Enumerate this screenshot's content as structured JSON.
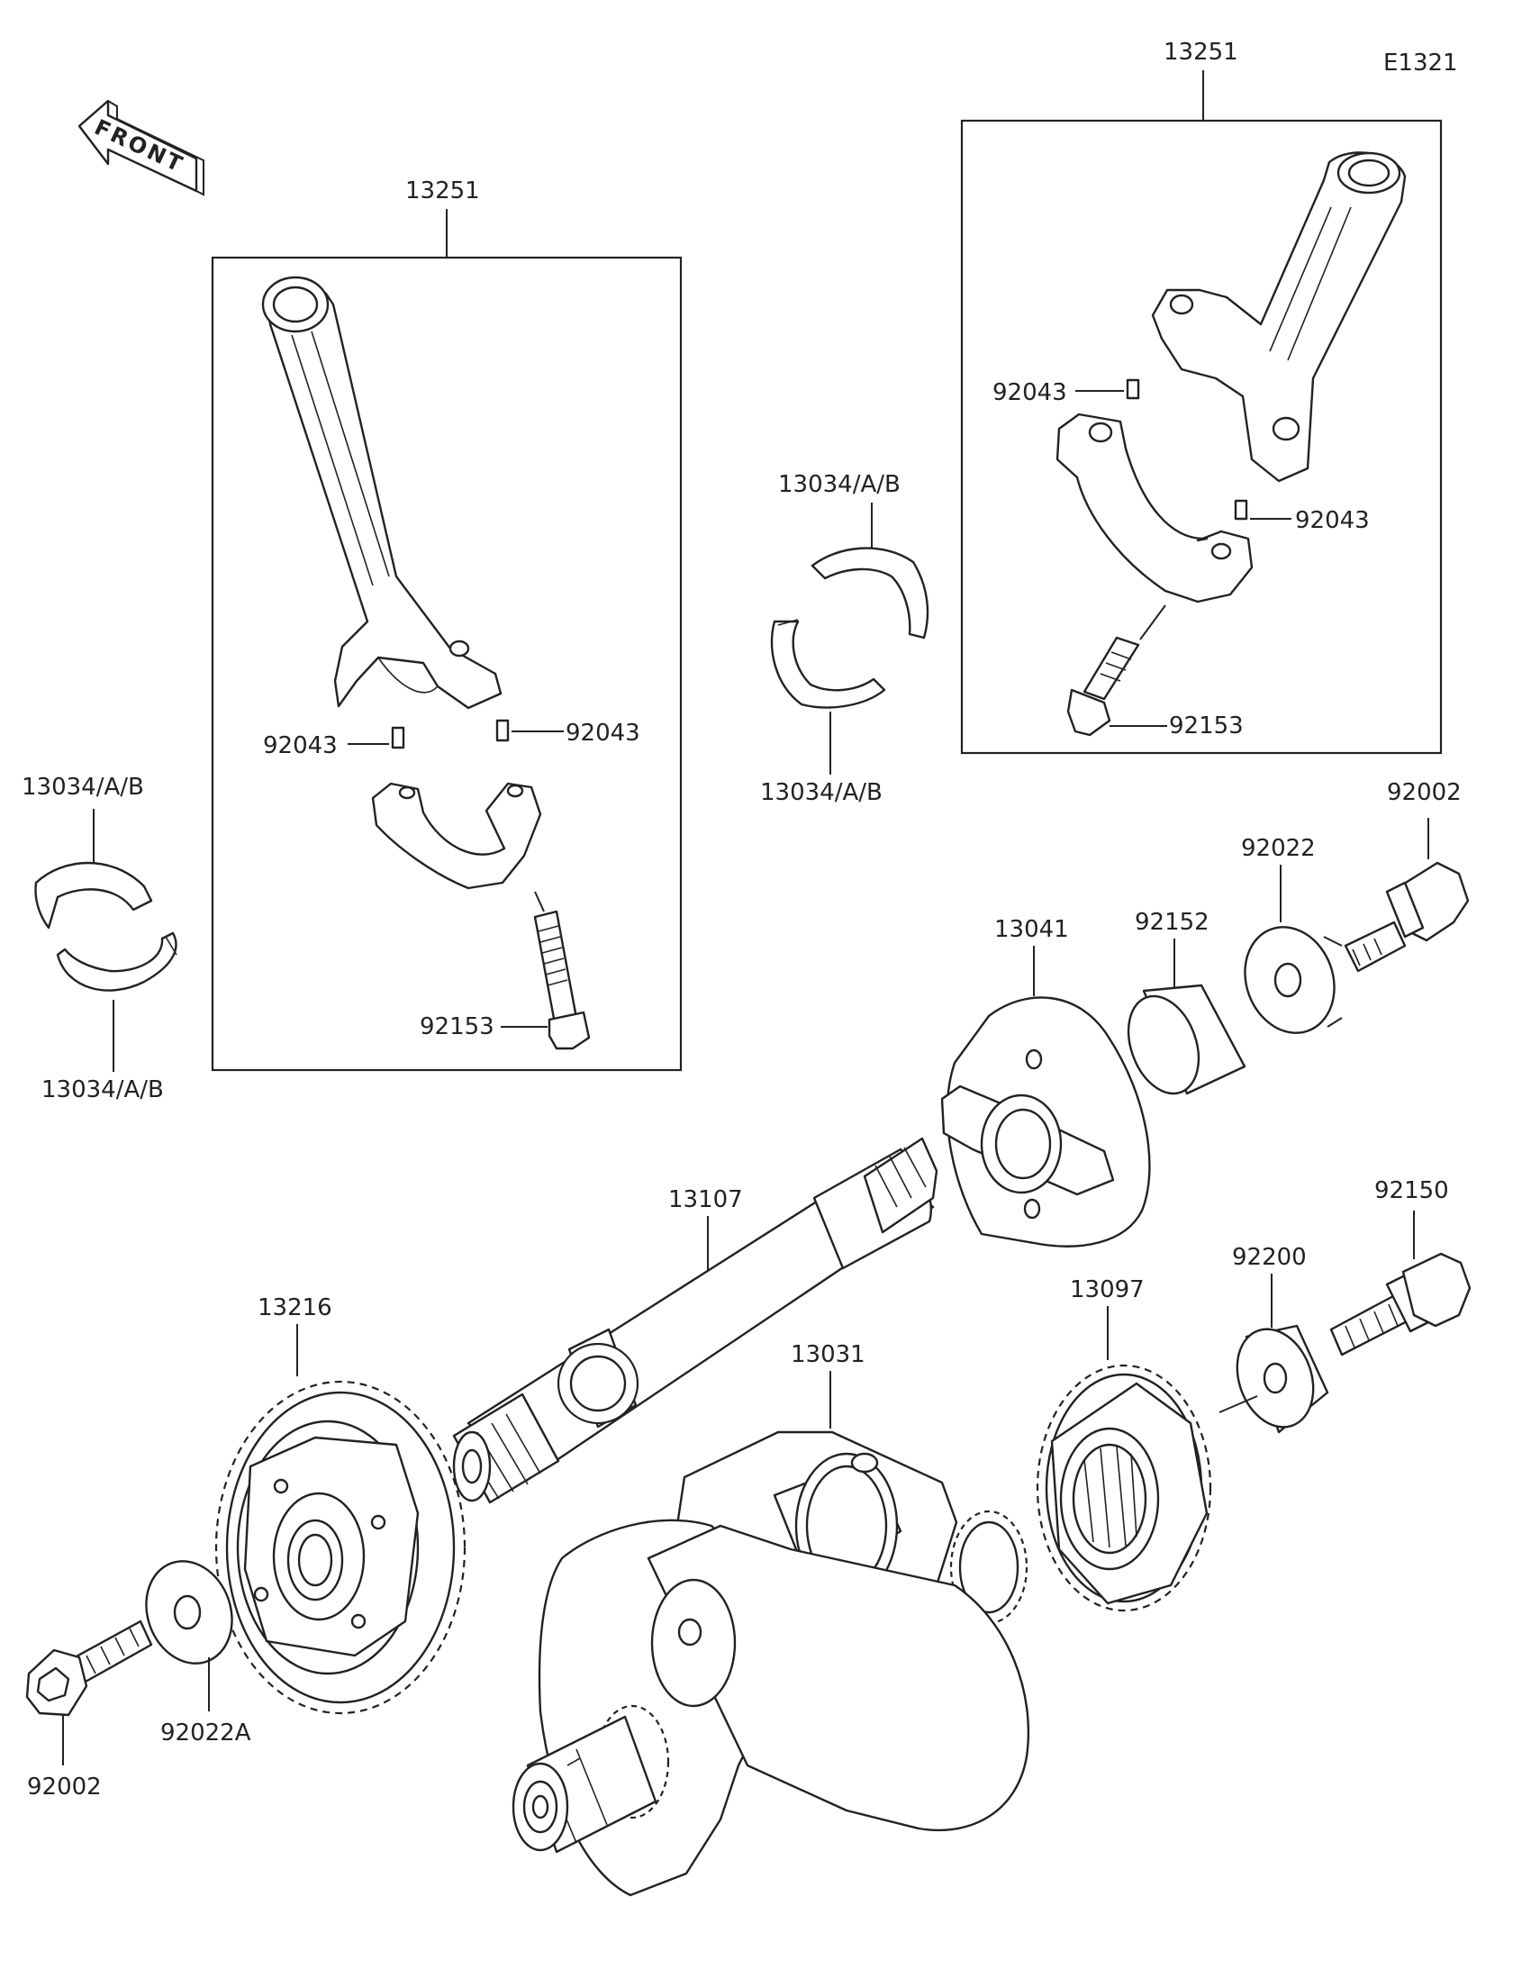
{
  "diagram_code": "E1321",
  "front_marker": "FRONT",
  "labels": {
    "conrod_left": "13251",
    "conrod_right": "13251",
    "pin_l1": "92043",
    "pin_l2": "92043",
    "pin_r1": "92043",
    "pin_r2": "92043",
    "bolt_l": "92153",
    "bolt_r": "92153",
    "bearing_mid_top": "13034/A/B",
    "bearing_mid_bottom": "13034/A/B",
    "bearing_left_top": "13034/A/B",
    "bearing_left_bottom": "13034/A/B",
    "bolt_92002_top": "92002",
    "washer_92022": "92022",
    "collar_92152": "92152",
    "rotor_13041": "13041",
    "bolt_92150": "92150",
    "washer_92200": "92200",
    "gear_13097": "13097",
    "shaft_13107": "13107",
    "gear_13216": "13216",
    "crank_13031": "13031",
    "washer_92022A": "92022A",
    "bolt_92002_bottom": "92002"
  }
}
